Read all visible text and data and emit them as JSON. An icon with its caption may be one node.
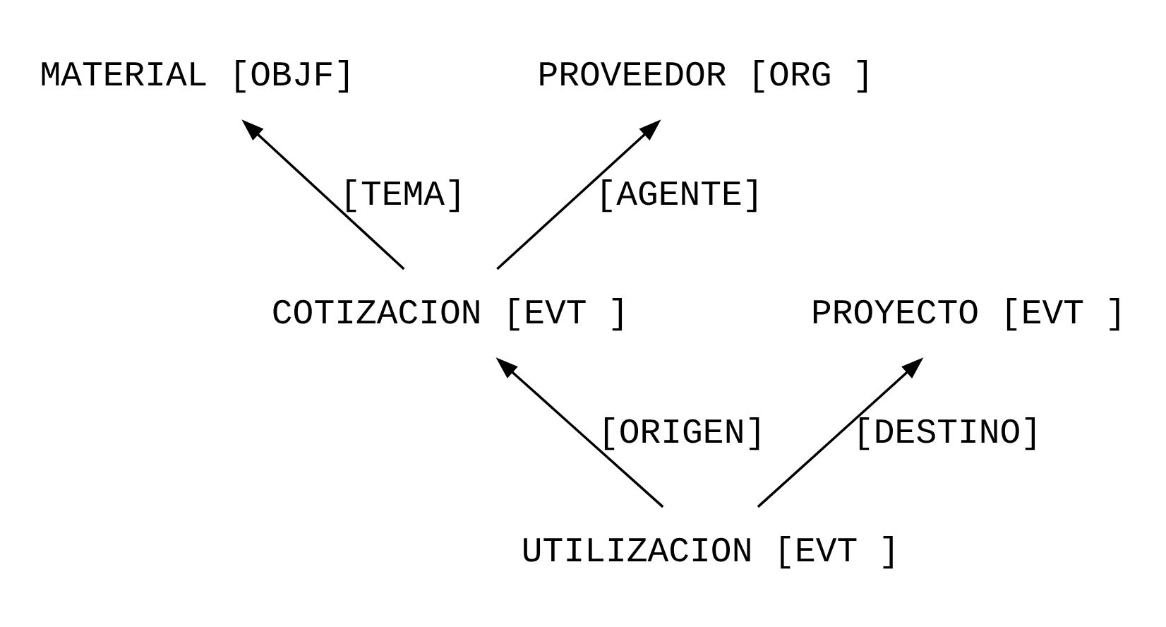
{
  "diagram": {
    "nodes": [
      {
        "text": [
          "MATERIAL [OBJF]"
        ]
      },
      {
        "text": [
          "PROVEEDOR [ORG ]"
        ]
      },
      {
        "text": [
          "COTIZACION [EVT ]"
        ]
      },
      {
        "text": [
          "PROYECTO [EVT ]"
        ]
      },
      {
        "text": [
          "UTILIZACION [EVT ]"
        ]
      }
    ],
    "edges": [
      {
        "from": 2,
        "to": 0,
        "arrow": "to",
        "label": "[TEMA]"
      },
      {
        "from": 2,
        "to": 1,
        "arrow": "to",
        "label": "[AGENTE]"
      },
      {
        "from": 4,
        "to": 2,
        "arrow": "to",
        "label": "[ORIGEN]"
      },
      {
        "from": 4,
        "to": 3,
        "arrow": "to",
        "label": "[DESTINO]"
      }
    ]
  }
}
